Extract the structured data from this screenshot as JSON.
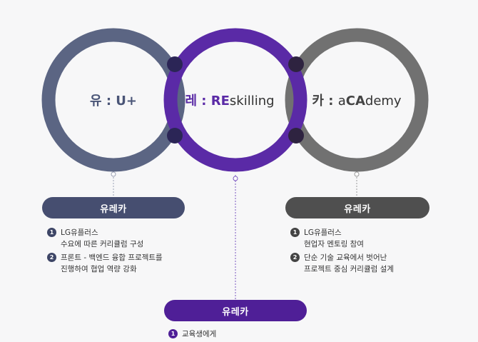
{
  "circles": [
    {
      "letter": "유",
      "sep": " : ",
      "word_plain_prefix": "",
      "word_bold": "U+",
      "word_plain": "",
      "color": "#56607f"
    },
    {
      "letter": "레",
      "sep": " : ",
      "word_plain_prefix": "",
      "word_bold": "RE",
      "word_plain": "skilling",
      "color": "#5a2aa6"
    },
    {
      "letter": "카",
      "sep": " : ",
      "word_plain_prefix": "a",
      "word_bold": "CA",
      "word_plain": "demy",
      "color": "#6b6b6b"
    }
  ],
  "left_box": {
    "title": "유레카",
    "items": [
      {
        "num": "1",
        "lines": [
          "LG유플러스",
          "수요에 따른 커리큘럼 구성"
        ]
      },
      {
        "num": "2",
        "lines": [
          "프론트 - 백엔드 융합 프로젝트를",
          "진행하여 협업 역량 강화"
        ]
      }
    ]
  },
  "right_box": {
    "title": "유레카",
    "items": [
      {
        "num": "1",
        "lines": [
          "LG유플러스",
          "현업자 멘토링 참여"
        ]
      },
      {
        "num": "2",
        "lines": [
          "단순 기술 교육에서 벗어난",
          "프로젝트 중심 커리큘럼 설계"
        ]
      }
    ]
  },
  "center_box": {
    "title": "유레카",
    "items": [
      {
        "num": "1",
        "lines": [
          "교육생에게"
        ]
      }
    ]
  },
  "colors": {
    "gray_blue": "#4a5577",
    "purple": "#5a2aa6",
    "gray": "#555555",
    "left_pill": "#464e70",
    "right_pill": "#4f4f4f",
    "center_pill": "#4f1f97"
  }
}
